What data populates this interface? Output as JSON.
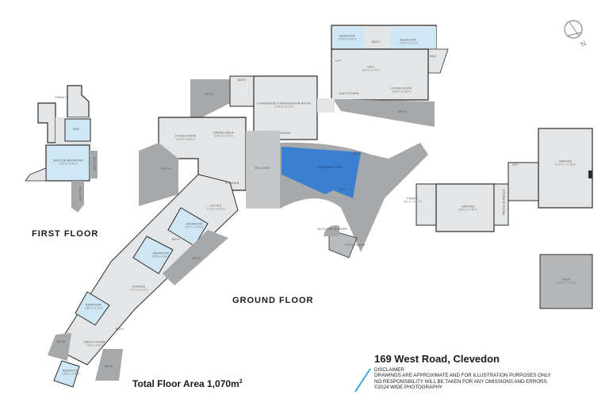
{
  "plan": {
    "address": "169 West Road, Clevedon",
    "total_floor_area_label": "Total Floor Area 1,070m",
    "total_floor_area_unit_sup": "2",
    "disclaimer": {
      "title": "DISCLAIMER",
      "line1": "DRAWINGS ARE APPROXIMATE AND FOR ILLUSTRATION PURPOSES ONLY",
      "line2": "NO RESPONSIBILITY WILL BE TAKEN FOR ANY OMISSIONS AND ERRORS.",
      "line3": "©2024 WIDE PHOTOGRAPHY"
    },
    "compass_label": "N",
    "colors": {
      "room_fill": "#e4e5e6",
      "bedroom_fill": "#cfe6f4",
      "deck_fill": "#a6a8aa",
      "pool_fill": "#3a7fd0",
      "wall": "#2b2b2b",
      "accent_slash": "#3aa7d6"
    }
  },
  "floors": {
    "first": {
      "title": "FIRST FLOOR",
      "rooms": {
        "ensuite": {
          "name": "ENSUITE",
          "dims": ""
        },
        "wir": {
          "name": "WIR",
          "dims": ""
        },
        "master_bedroom": {
          "name": "MASTER BEDROOM",
          "dims": "5.30 m x 4.96 m"
        },
        "balcony_a": {
          "name": "BALCONY",
          "dims": ""
        },
        "balcony_b": {
          "name": "BALCONY",
          "dims": ""
        }
      }
    },
    "ground": {
      "title": "GROUND FLOOR",
      "rooms": {
        "bedroom_top_left": {
          "name": "BEDROOM",
          "dims": "4.28 m x 4.05 m"
        },
        "bath_top": {
          "name": "BATH",
          "dims": ""
        },
        "bedroom_top_right": {
          "name": "BEDROOM",
          "dims": "4.72 m x 4.12 m"
        },
        "bbq": {
          "name": "BBQ",
          "dims": ""
        },
        "lift_top": {
          "name": "LIFT",
          "dims": ""
        },
        "hall": {
          "name": "HALL",
          "dims": "6.90 m x 4.10 m"
        },
        "second_kitchen": {
          "name": "2nd KITCHEN",
          "dims": ""
        },
        "living_room_top": {
          "name": "LIVING ROOM",
          "dims": "5.80 m x 5.38 m"
        },
        "deck_top": {
          "name": "DECK",
          "dims": ""
        },
        "deck_left": {
          "name": "DECK",
          "dims": ""
        },
        "bath_gym": {
          "name": "BATH",
          "dims": ""
        },
        "gym": {
          "name": "GYMNASIUM & RECREATION ROOM",
          "dims": "12.05 m x 8.74 m"
        },
        "sauna": {
          "name": "SAUNA",
          "dims": ""
        },
        "living_room": {
          "name": "LIVING ROOM",
          "dims": "6.68 m x 5.66 m"
        },
        "dining_area": {
          "name": "DINING AREA",
          "dims": "6.38 m x 7.01 m"
        },
        "entry": {
          "name": "ENTRY",
          "dims": ""
        },
        "kitchen": {
          "name": "KITCHEN",
          "dims": ""
        },
        "balcony": {
          "name": "BALCONY",
          "dims": ""
        },
        "swimming_pool": {
          "name": "SWIMMING POOL",
          "dims": ""
        },
        "spa": {
          "name": "SPA",
          "dims": ""
        },
        "deck_pool": {
          "name": "DECK",
          "dims": ""
        },
        "outdoor_shower": {
          "name": "OUTDOOR SHOWER",
          "dims": ""
        },
        "pool_house": {
          "name": "POOL HOUSE",
          "dims": ""
        },
        "office": {
          "name": "OFFICE",
          "dims": "5.13 m x 4.97 m"
        },
        "bedroom_mid_a": {
          "name": "BEDROOM",
          "dims": "5.07 m x 3.79 m"
        },
        "bath_mid": {
          "name": "BATH",
          "dims": ""
        },
        "bedroom_mid_b": {
          "name": "BEDROOM",
          "dims": "5.88 m x 3.61 m"
        },
        "deck_mid": {
          "name": "DECK",
          "dims": ""
        },
        "garage_west": {
          "name": "GARAGE",
          "dims": "7.37 m x 6.22 m"
        },
        "bedroom_low": {
          "name": "BEDROOM",
          "dims": "3.85 m x 3.78 m"
        },
        "bath_low": {
          "name": "BATH",
          "dims": ""
        },
        "deck_low_left": {
          "name": "DECK",
          "dims": ""
        },
        "family_room": {
          "name": "FAMILY ROOM",
          "dims": "7.40 m x 6.92 m"
        },
        "deck_low_right": {
          "name": "DECK",
          "dims": ""
        },
        "bedroom_bottom": {
          "name": "BEDROOM",
          "dims": "4.35 m x 2.46 m"
        },
        "pumps": {
          "name": "PUMPS",
          "dims": "3.51 m x 3.17 m"
        },
        "garage_east": {
          "name": "GARAGE",
          "dims": "9.60 m x 7.44 m"
        },
        "storage": {
          "name": "STORAGE ROOM",
          "dims": ""
        },
        "lift_east": {
          "name": "LIFT",
          "dims": ""
        },
        "garage_big": {
          "name": "GARAGE",
          "dims": "11.97 m x 11.48 m"
        },
        "shed": {
          "name": "SHED",
          "dims": "11.31 m x 10.51 m"
        }
      }
    }
  }
}
